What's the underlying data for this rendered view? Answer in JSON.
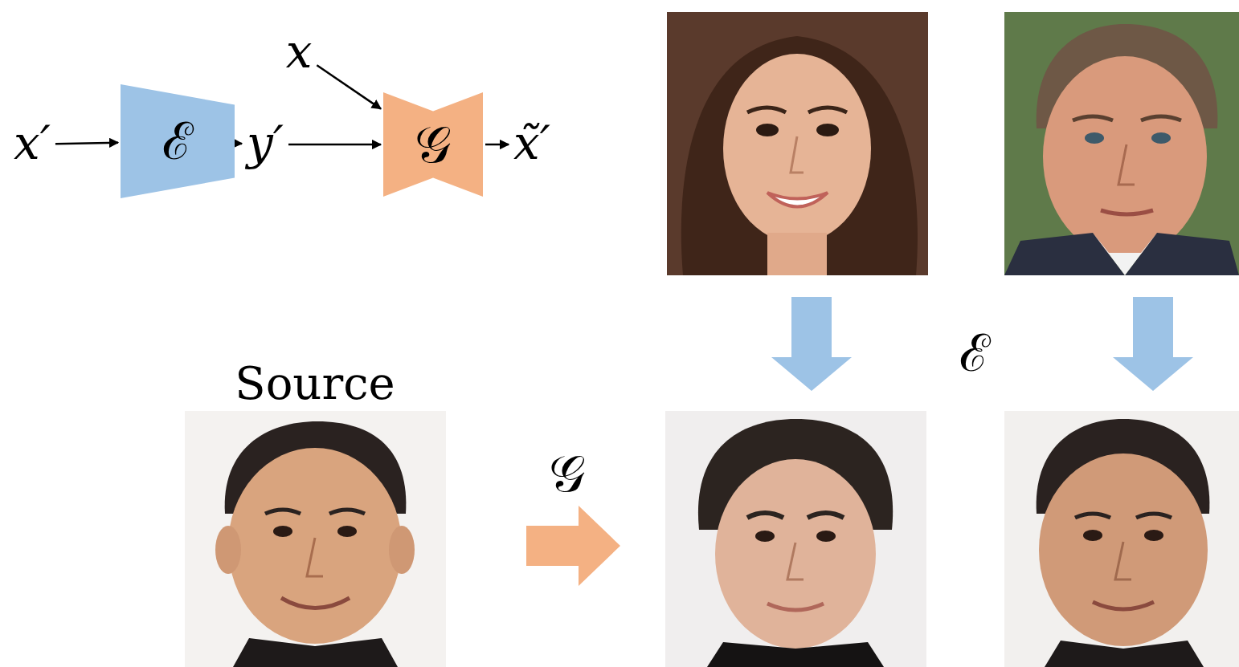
{
  "diagram": {
    "nodes": [
      {
        "text": [
          "x′"
        ]
      },
      {
        "text": [
          "ℰ"
        ]
      },
      {
        "text": [
          "y′"
        ]
      },
      {
        "text": [
          "x"
        ]
      },
      {
        "text": [
          "𝒢"
        ]
      },
      {
        "text": [
          "x̃′"
        ]
      }
    ],
    "edges": [
      {
        "from": 0,
        "to": 1,
        "arrow": "to"
      },
      {
        "from": 1,
        "to": 2,
        "arrow": "to"
      },
      {
        "from": 2,
        "to": 4,
        "arrow": "to"
      },
      {
        "from": 3,
        "to": 4,
        "arrow": "to"
      },
      {
        "from": 4,
        "to": 5,
        "arrow": "to"
      }
    ],
    "labels": [
      "Source",
      "ℰ",
      "𝒢"
    ]
  }
}
